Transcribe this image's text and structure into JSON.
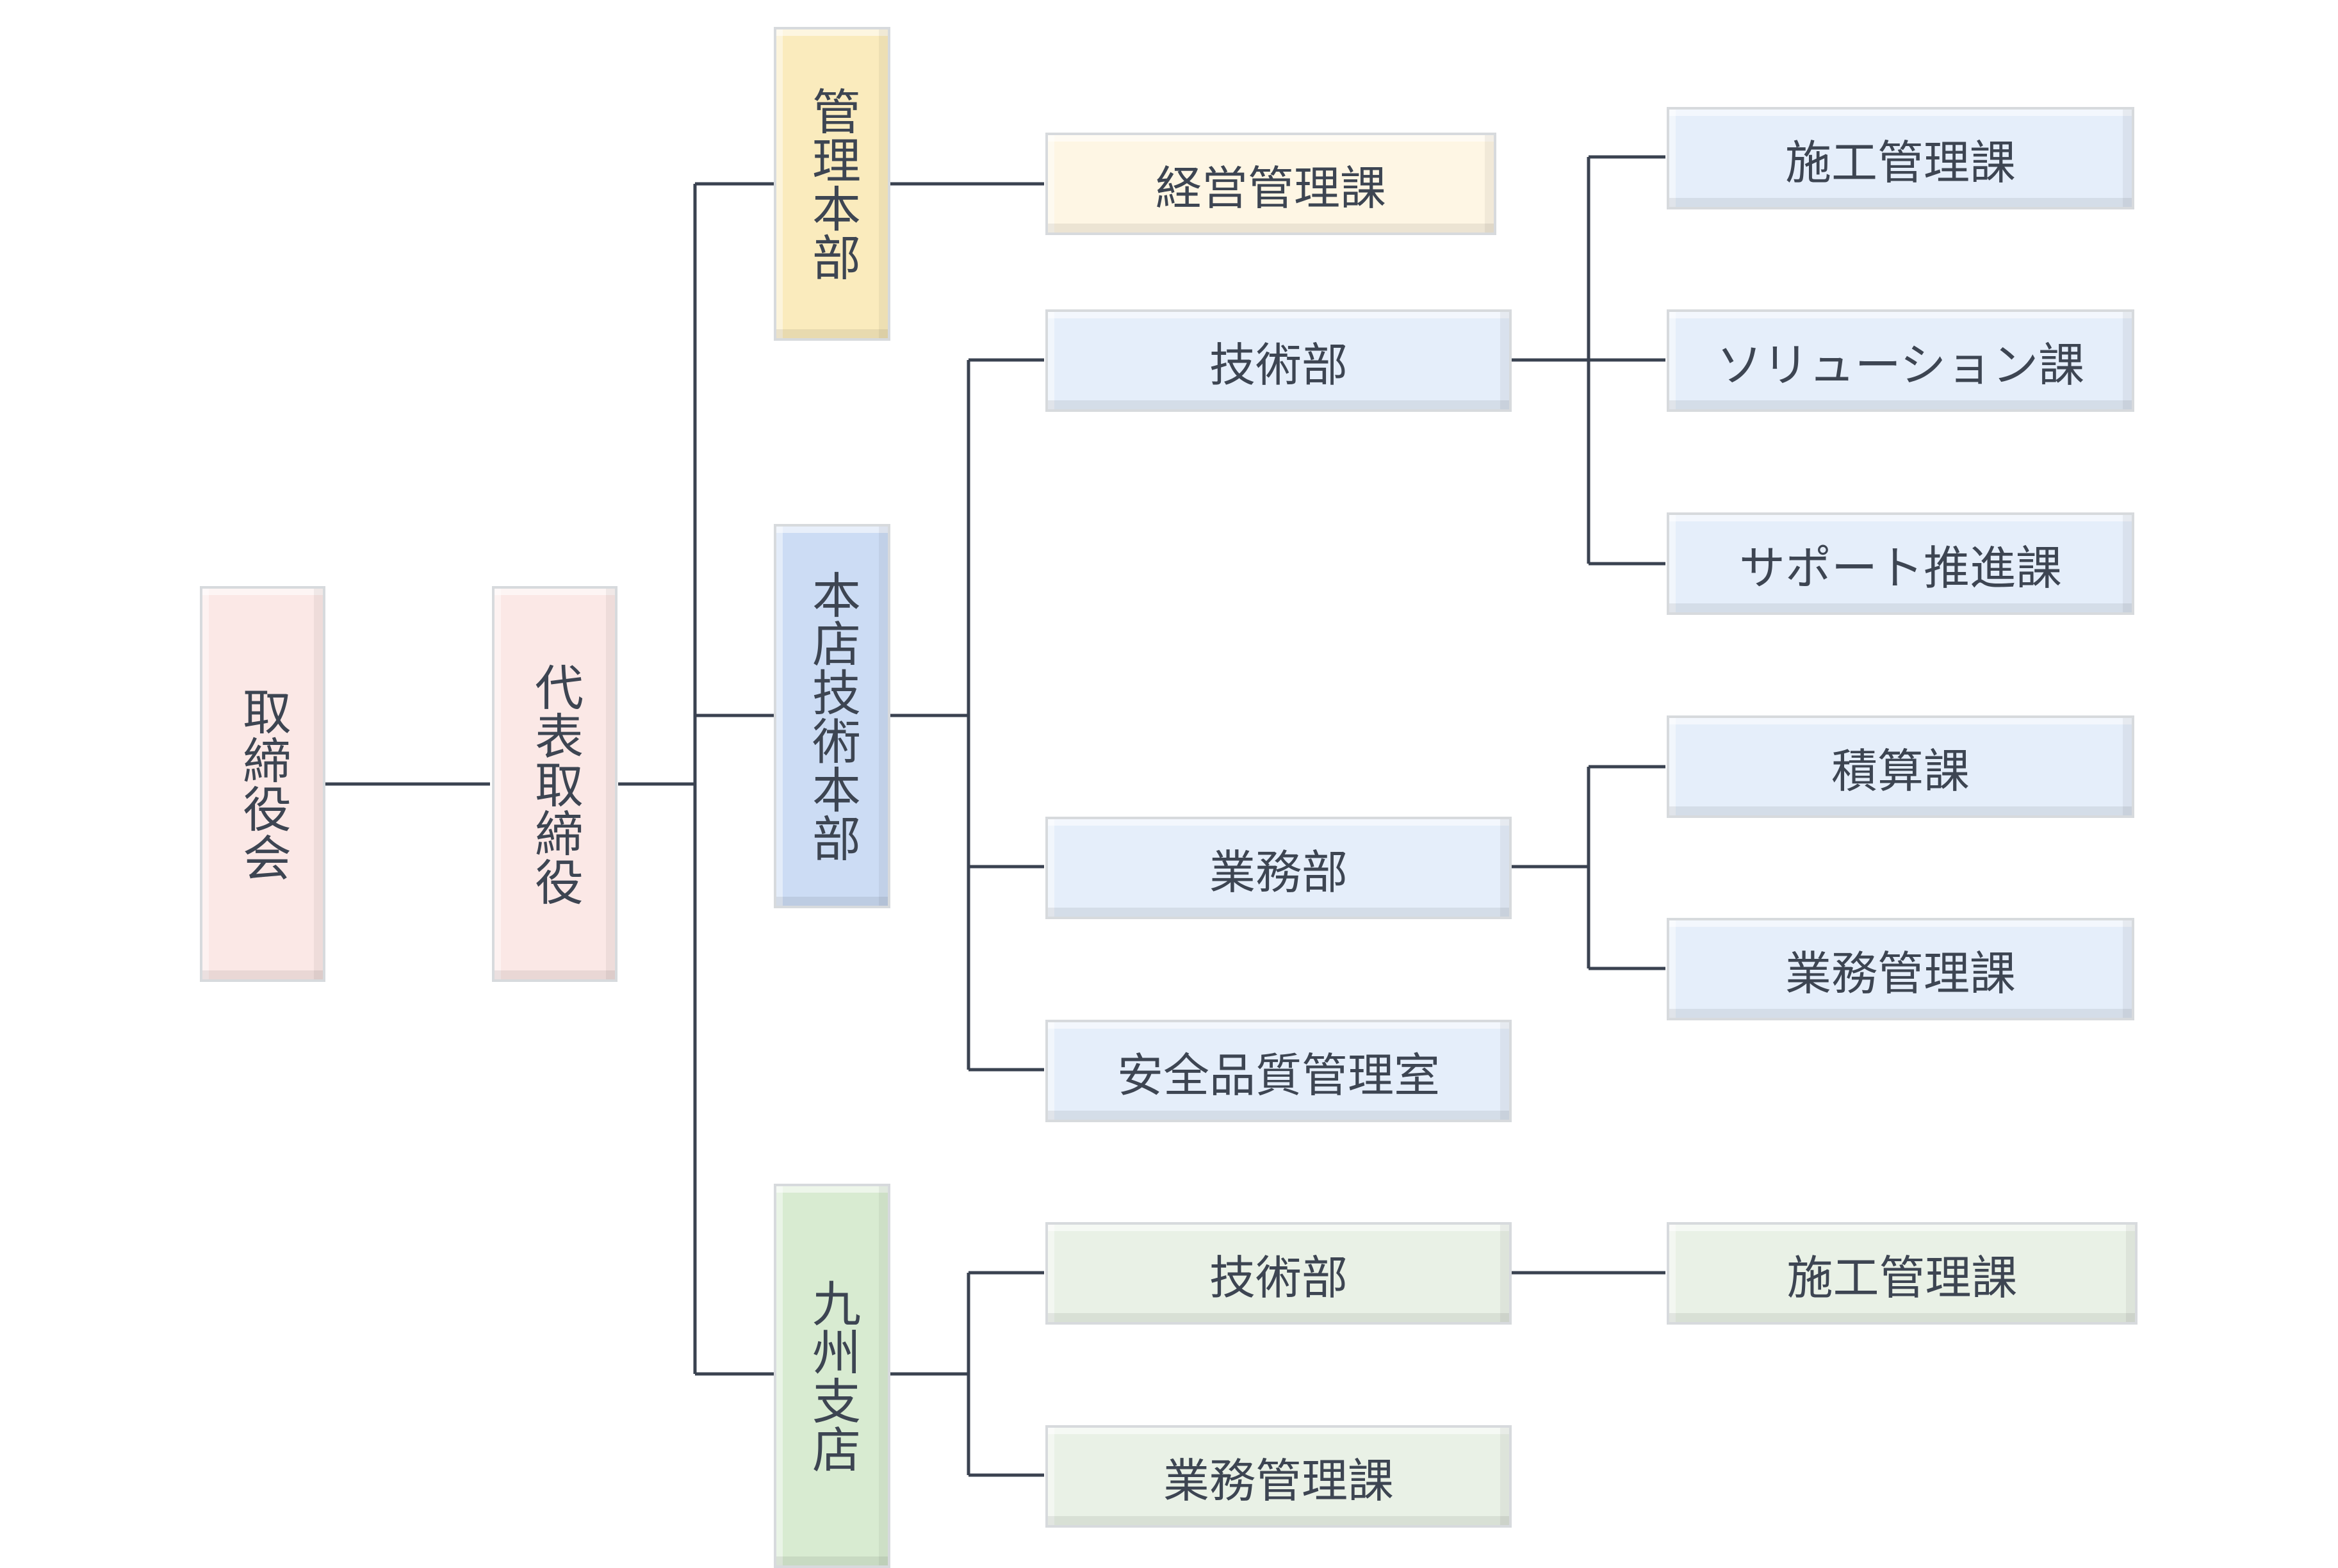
{
  "nodes": {
    "board": "取締役会",
    "president": "代表取締役",
    "admin_hq": "管理本部",
    "mgmt_planning": "経営管理課",
    "tech_hq": "本店技術本部",
    "tech_dept": "技術部",
    "construction_mgmt": "施工管理課",
    "solution": "ソリューション課",
    "support_promo": "サポート推進課",
    "business_dept": "業務部",
    "estimation": "積算課",
    "business_mgmt": "業務管理課",
    "safety_quality": "安全品質管理室",
    "kyushu": "九州支店",
    "kyushu_tech_dept": "技術部",
    "kyushu_construction_mgmt": "施工管理課",
    "kyushu_business_mgmt": "業務管理課"
  },
  "colors": {
    "connector": "#3a4250",
    "border": "#d7dadd",
    "pink": "#fbe8e6",
    "yellow": "#faebbd",
    "cream": "#fef6e4",
    "blue": "#ccdcf4",
    "light_blue": "#e5eefa",
    "green": "#d8ebd1",
    "light_green": "#e9f1e6"
  }
}
